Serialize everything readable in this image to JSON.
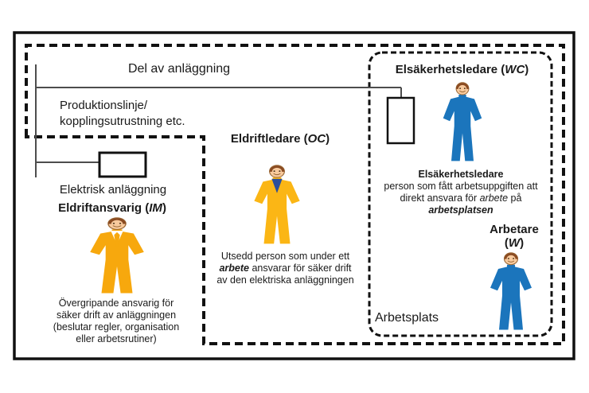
{
  "region_labels": {
    "del_av_anlaggning": "Del av anläggning",
    "produktionslinje_line1": "Produktionslinje/",
    "produktionslinje_line2": "kopplingsutrustning etc.",
    "elektrisk_anlaggning": "Elektrisk anläggning",
    "arbetsplats": "Arbetsplats"
  },
  "roles": {
    "im": {
      "title_segments": [
        {
          "t": "Eldriftansvarig ("
        },
        {
          "t": "IM",
          "i": true
        },
        {
          "t": ")"
        }
      ],
      "description_lines": [
        "Övergripande ansvarig för",
        "säker drift av anläggningen",
        "(beslutar regler, organisation",
        "eller arbetsrutiner)"
      ]
    },
    "oc": {
      "title_segments": [
        {
          "t": "Eldriftledare ("
        },
        {
          "t": "OC",
          "i": true
        },
        {
          "t": ")"
        }
      ],
      "description_rich": [
        [
          {
            "t": "Utsedd person som under ett"
          }
        ],
        [
          {
            "t": "arbete",
            "b": true,
            "i": true
          },
          {
            "t": " ansvarar för säker drift"
          }
        ],
        [
          {
            "t": "av den elektriska anläggningen"
          }
        ]
      ]
    },
    "wc": {
      "title_segments": [
        {
          "t": "Elsäkerhetsledare ("
        },
        {
          "t": "WC",
          "i": true
        },
        {
          "t": ")"
        }
      ],
      "description_rich": [
        [
          {
            "t": "Elsäkerhetsledare",
            "b": true
          }
        ],
        [
          {
            "t": "person som fått arbetsuppgiften att"
          }
        ],
        [
          {
            "t": "direkt ansvara för "
          },
          {
            "t": "arbete",
            "i": true
          },
          {
            "t": " på"
          }
        ],
        [
          {
            "t": "arbetsplatsen",
            "b": true,
            "i": true
          }
        ]
      ]
    },
    "w": {
      "title_line1_segments": [
        {
          "t": "Arbetare"
        }
      ],
      "title_line2_segments": [
        {
          "t": "("
        },
        {
          "t": "W",
          "i": true
        },
        {
          "t": ")"
        }
      ]
    }
  },
  "figures": {
    "im": {
      "suit": "#F7A80D",
      "collar": "#FFFFFF",
      "tie": "#F7A80D"
    },
    "oc": {
      "suit": "#FBB615",
      "collar": "#2B4E9B"
    },
    "wc": {
      "suit": "#1B75BC"
    },
    "w": {
      "suit": "#1B75BC"
    },
    "skin": "#F8CA9D",
    "skin_outline": "#9A6733",
    "hair": "#8A4B22"
  },
  "colors": {
    "line_gray": "#4D4D4D",
    "border_black": "#111111"
  }
}
